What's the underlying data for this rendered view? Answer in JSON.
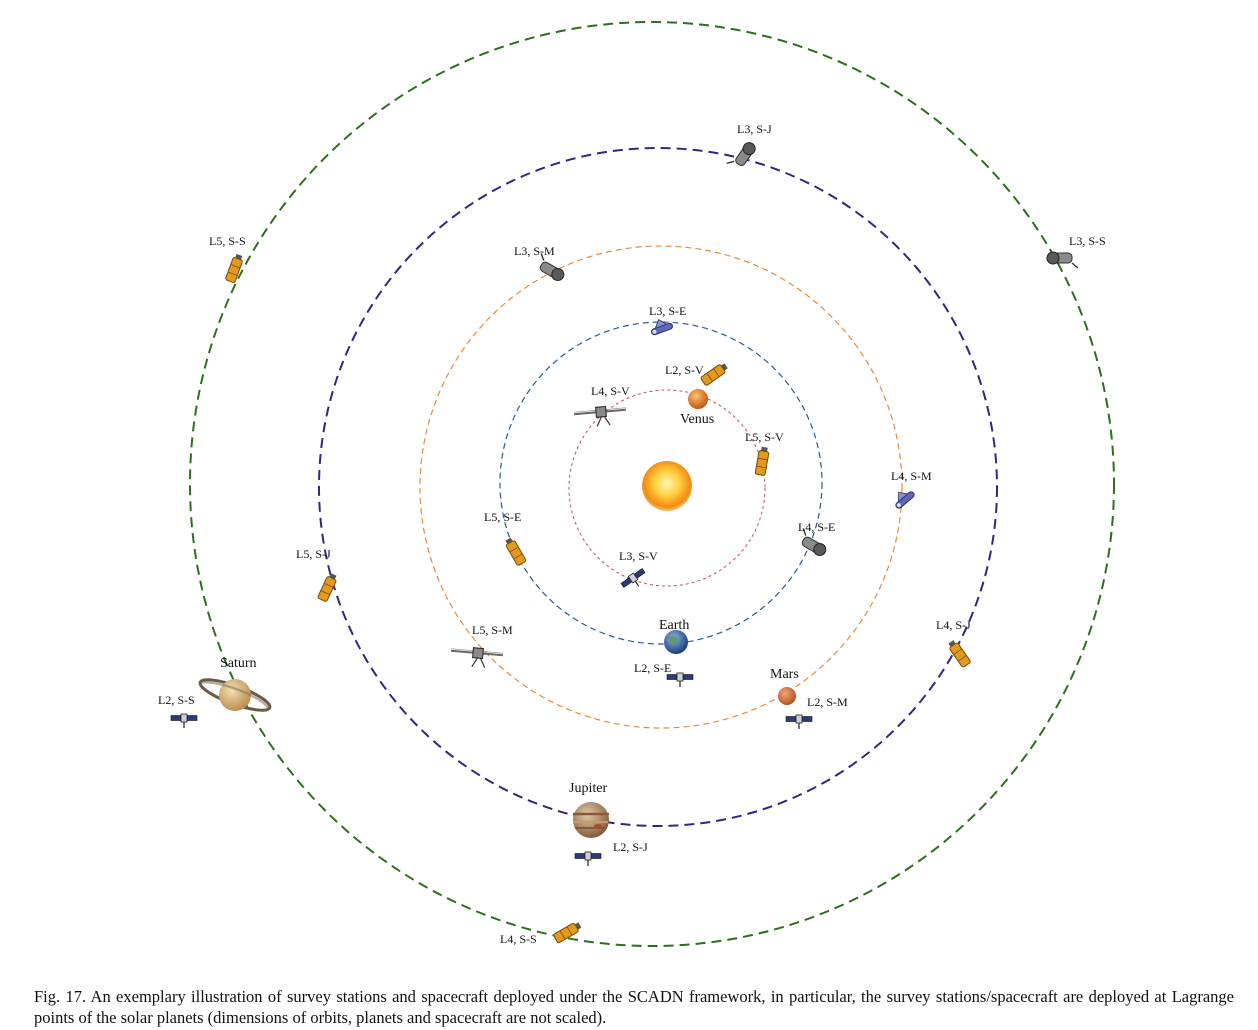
{
  "orbits": [
    {
      "planet": "Venus",
      "color": "#c0506a"
    },
    {
      "planet": "Earth",
      "color": "#2a5a96"
    },
    {
      "planet": "Mars",
      "color": "#e88a3c"
    },
    {
      "planet": "Jupiter",
      "color": "#3c2280"
    },
    {
      "planet": "Saturn",
      "color": "#2f6e1e"
    }
  ],
  "planets": [
    {
      "name": "Venus"
    },
    {
      "name": "Earth"
    },
    {
      "name": "Mars"
    },
    {
      "name": "Jupiter"
    },
    {
      "name": "Saturn"
    }
  ],
  "lagrange_labels": [
    {
      "sub": "L",
      "text": "L3, S-J"
    },
    {
      "text": "L3, S-S"
    },
    {
      "text": "L5, S-S"
    },
    {
      "text": "L3, S-M"
    },
    {
      "text": "L3, S-E"
    },
    {
      "text": "L2, S-V"
    },
    {
      "text": "L4, S-V"
    },
    {
      "text": "L5, S-V"
    },
    {
      "text": "L4, S-M"
    },
    {
      "text": "L5, S-E"
    },
    {
      "text": "L4, S-E"
    },
    {
      "text": "L3, S-V"
    },
    {
      "text": "L5, S-J"
    },
    {
      "text": "L5, S-M"
    },
    {
      "text": "L4, S-J"
    },
    {
      "text": "L2, S-E"
    },
    {
      "text": "L2, S-M"
    },
    {
      "text": "L2, S-S"
    },
    {
      "text": "L2, S-J"
    },
    {
      "text": "L4, S-S"
    }
  ],
  "caption": "Fig. 17.  An exemplary illustration of survey stations and spacecraft deployed under the SCADN framework, in particular, the survey stations/spacecraft are deployed at Lagrange points of the solar planets (dimensions of orbits, planets and spacecraft are not scaled).",
  "colors": {
    "sun": "#f6a21a",
    "venus": "#d9741c",
    "earth": "#2a4e8c",
    "mars": "#c96a2c",
    "jupiter": "#b08a62",
    "saturn": "#d8b070"
  }
}
